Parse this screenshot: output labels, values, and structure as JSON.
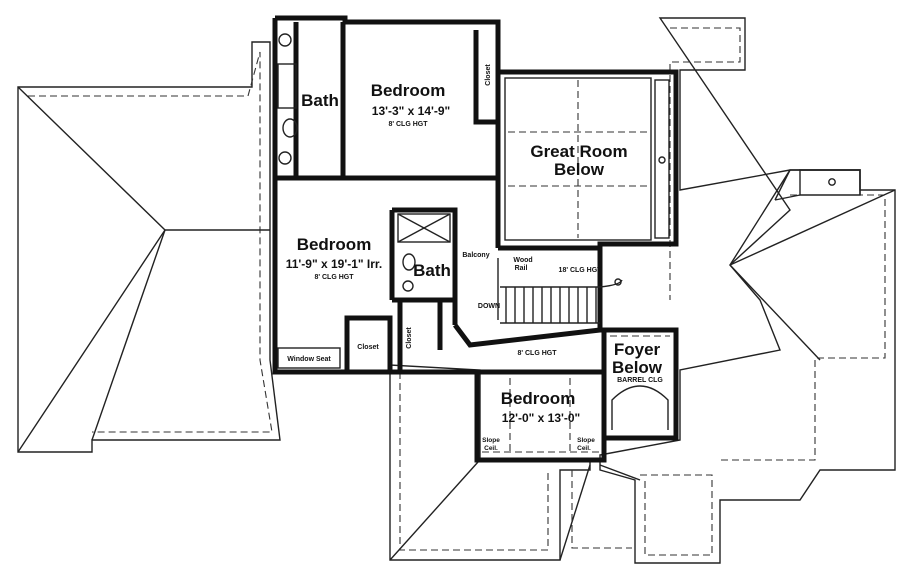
{
  "rooms": {
    "bedroom_top": {
      "name": "Bedroom",
      "size": "13'-3\" x 14'-9\"",
      "ceiling": "8' CLG HGT"
    },
    "bath_top": {
      "name": "Bath"
    },
    "closet_top": {
      "name": "Closet"
    },
    "great_room": {
      "line1": "Great Room",
      "line2": "Below"
    },
    "bedroom_left": {
      "name": "Bedroom",
      "size": "11'-9\" x 19'-1\" Irr.",
      "ceiling": "8' CLG HGT"
    },
    "bath_mid": {
      "name": "Bath"
    },
    "balcony": {
      "name": "Balcony"
    },
    "wood_rail": {
      "line1": "Wood",
      "line2": "Rail"
    },
    "stair_ceiling": {
      "text": "18' CLG HGT"
    },
    "down_label": {
      "text": "DOWN"
    },
    "window_seat": {
      "name": "Window Seat"
    },
    "closet_left": {
      "name": "Closet"
    },
    "closet_mid": {
      "name": "Closet"
    },
    "hall_ceiling": {
      "text": "8' CLG HGT"
    },
    "foyer": {
      "line1": "Foyer",
      "line2": "Below",
      "note": "BARREL CLG"
    },
    "bedroom_bottom": {
      "name": "Bedroom",
      "size": "12'-0\" x 13'-0\""
    },
    "slope_left": {
      "line1": "Slope",
      "line2": "Ceil."
    },
    "slope_right": {
      "line1": "Slope",
      "line2": "Ceil."
    }
  }
}
